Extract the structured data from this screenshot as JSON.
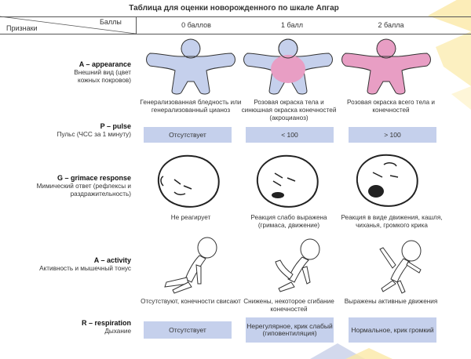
{
  "title": "Таблица для оценки новорожденного по шкале Апгар",
  "header": {
    "signs": "Признаки",
    "scores": "Баллы"
  },
  "columns": [
    "0 баллов",
    "1 балл",
    "2 балла"
  ],
  "criteria": [
    {
      "code": "A – appearance",
      "desc": "Внешний вид (цвет кожных покровов)",
      "cells": [
        "Генерализованная бледность или генерализованный цианоз",
        "Розовая окраска тела и синюшная окраска конечностей (акроцианоз)",
        "Розовая окраска всего тела и конечностей"
      ]
    },
    {
      "code": "P – pulse",
      "desc": "Пульс (ЧСС за 1 минуту)",
      "cells": [
        "Отсутствует",
        "< 100",
        "> 100"
      ]
    },
    {
      "code": "G – grimace response",
      "desc": "Мимический ответ (рефлексы и раздражительность)",
      "cells": [
        "Не реагирует",
        "Реакция слабо выражена (гримаса, движение)",
        "Реакция в виде движения, кашля, чиханья, громкого крика"
      ]
    },
    {
      "code": "A – activity",
      "desc": "Активность и мышечный тонус",
      "cells": [
        "Отсутствуют, конечности свисают",
        "Снижены, некоторое сгибание конечностей",
        "Выражены активные движения"
      ]
    },
    {
      "code": "R – respiration",
      "desc": "Дыхание",
      "cells": [
        "Отсутствует",
        "Нерегулярное, крик слабый (гиповентиляция)",
        "Нормальное, крик громкий"
      ]
    }
  ],
  "colors": {
    "pale": "#c5d0ec",
    "pink": "#e89ec4",
    "pill": "#c5d0ec",
    "accent_yellow": "#fbe9a6",
    "accent_blue": "#c8cfe8"
  }
}
